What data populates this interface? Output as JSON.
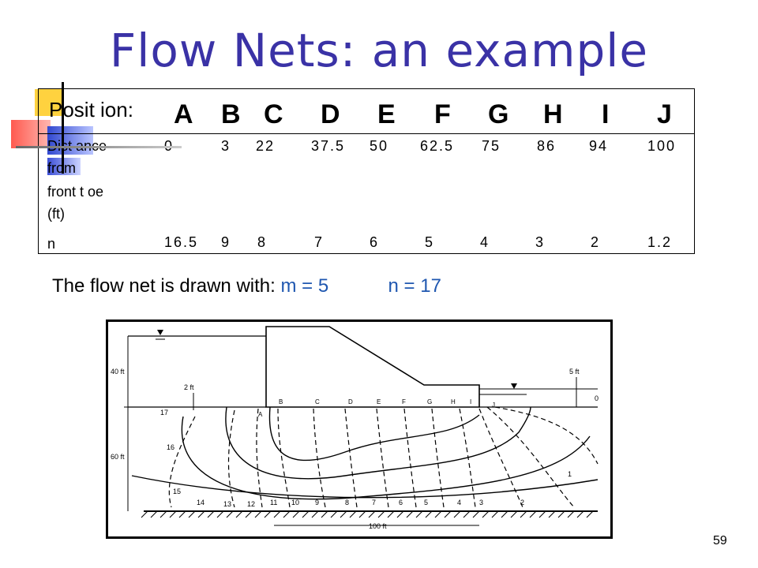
{
  "slide": {
    "title": "Flow Nets: an example",
    "page_number": "59"
  },
  "table": {
    "position_label": "Posit ion:",
    "positions": [
      "A",
      "B",
      "C",
      "D",
      "E",
      "F",
      "G",
      "H",
      "I",
      "J"
    ],
    "distance_label": [
      "Dist ance",
      "from",
      "front t oe",
      "(ft)"
    ],
    "distances": [
      "0",
      "3",
      "22",
      "37.5",
      "50",
      "62.5",
      "75",
      "86",
      "94",
      "100"
    ],
    "n_label": "n",
    "n_values": [
      "16.5",
      "9",
      "8",
      "7",
      "6",
      "5",
      "4",
      "3",
      "2",
      "1.2"
    ]
  },
  "flow_net": {
    "prefix": "The flow net is drawn with:",
    "m_text": "m = 5",
    "n_text": "n = 17"
  },
  "figure": {
    "labels": {
      "h40": "40 ft",
      "h60": "60 ft",
      "h2": "2 ft",
      "h5": "5 ft",
      "w100": "100 ft",
      "zero": "0",
      "one": "1"
    },
    "point_labels": [
      "A",
      "B",
      "C",
      "D",
      "E",
      "F",
      "G",
      "H",
      "I",
      "J"
    ],
    "drop_labels": [
      "17",
      "16",
      "15",
      "14",
      "13",
      "12",
      "11",
      "10",
      "9",
      "8",
      "7",
      "6",
      "5",
      "4",
      "3",
      "2"
    ]
  },
  "colors": {
    "title": "#3a32a6",
    "accent_blue": "#1f57b0"
  }
}
